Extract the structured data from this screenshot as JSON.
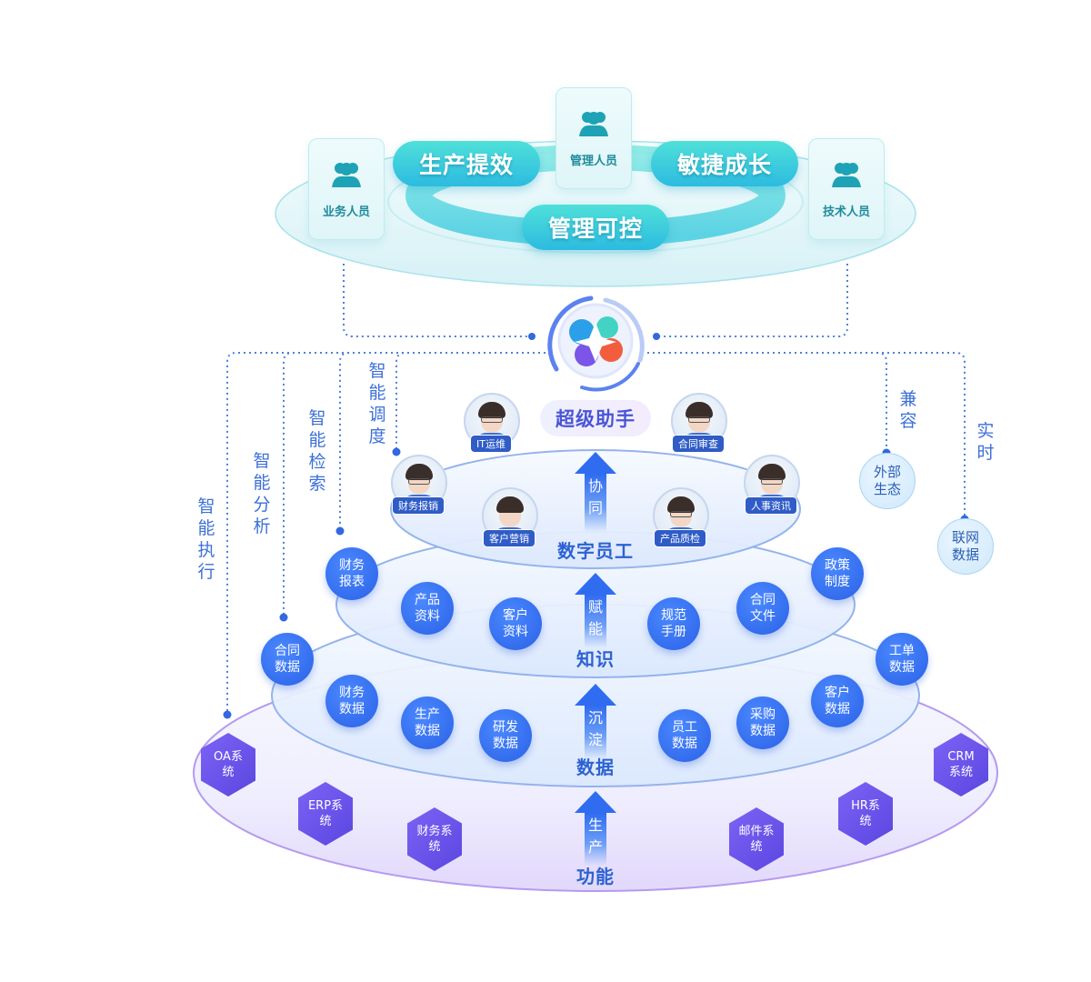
{
  "top": {
    "roles": [
      {
        "label": "业务人员",
        "icon": "users-icon"
      },
      {
        "label": "管理人员",
        "icon": "users-icon"
      },
      {
        "label": "技术人员",
        "icon": "users-icon"
      }
    ],
    "goals": [
      "生产提效",
      "敏捷成长",
      "管理可控"
    ]
  },
  "hub": {
    "title": "超级助手",
    "logo": "super-assistant-logo"
  },
  "left_capabilities": [
    "智能调度",
    "智能检索",
    "智能分析",
    "智能执行"
  ],
  "right_capabilities": [
    {
      "label": "兼容",
      "target": "外部生态"
    },
    {
      "label": "实时",
      "target": "联网数据"
    }
  ],
  "layers": {
    "digital_employees": {
      "title": "数字员工",
      "arrow_label": "协同",
      "agents": [
        "IT运维",
        "合同审查",
        "财务报销",
        "客户营销",
        "产品质检",
        "人事资讯"
      ]
    },
    "knowledge": {
      "title": "知识",
      "arrow_label": "赋能",
      "items": [
        "财务报表",
        "产品资料",
        "客户资料",
        "规范手册",
        "合同文件",
        "政策制度"
      ]
    },
    "data": {
      "title": "数据",
      "arrow_label": "沉淀",
      "items": [
        "合同数据",
        "财务数据",
        "生产数据",
        "研发数据",
        "员工数据",
        "采购数据",
        "客户数据",
        "工单数据"
      ]
    },
    "function": {
      "title": "功能",
      "arrow_label": "生产",
      "systems": [
        "OA系统",
        "ERP系统",
        "财务系统",
        "邮件系统",
        "HR系统",
        "CRM系统"
      ]
    }
  },
  "colors": {
    "primary_blue": "#2f6cf0",
    "teal": "#2cbbe0",
    "purple": "#6a52ea",
    "label_blue": "#3d70d8"
  }
}
